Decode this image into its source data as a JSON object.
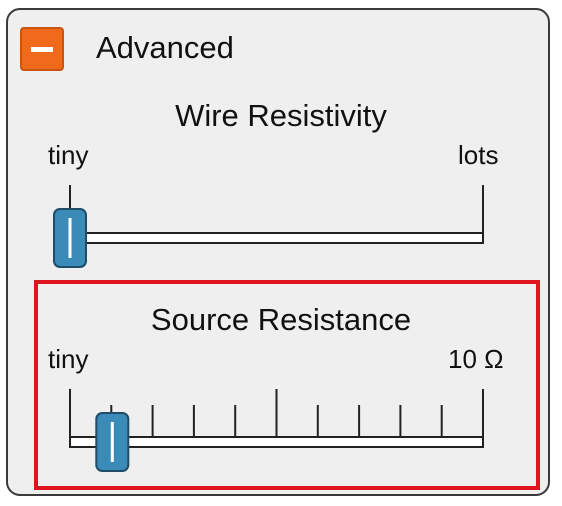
{
  "advanced": {
    "title": "Advanced",
    "collapse_state": "expanded"
  },
  "wire_resistivity": {
    "title": "Wire Resistivity",
    "min_label": "tiny",
    "max_label": "lots",
    "value_fraction": 0.0
  },
  "source_resistance": {
    "title": "Source Resistance",
    "min_label": "tiny",
    "max_label": "10 Ω",
    "value_fraction": 0.1,
    "tick_count": 11,
    "highlighted": true
  },
  "colors": {
    "collapse_button": "#ef6a1a",
    "slider_thumb": "#3b8bb8",
    "highlight_border": "#e0141e"
  }
}
